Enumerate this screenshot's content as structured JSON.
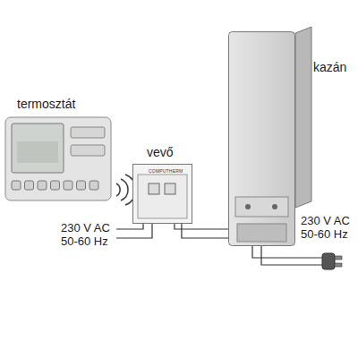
{
  "diagram": {
    "nodes": [
      {
        "text": [
          "termosztát"
        ]
      },
      {
        "text": [
          "vevő",
          "COMPUTHERM"
        ]
      },
      {
        "text": [
          "kazán"
        ]
      }
    ],
    "edges": [
      {
        "from": 1,
        "to": 2,
        "arrow": "none"
      }
    ],
    "labels": [
      "230 V AC",
      "50-60 Hz",
      "230 V AC",
      "50-60 Hz"
    ]
  }
}
